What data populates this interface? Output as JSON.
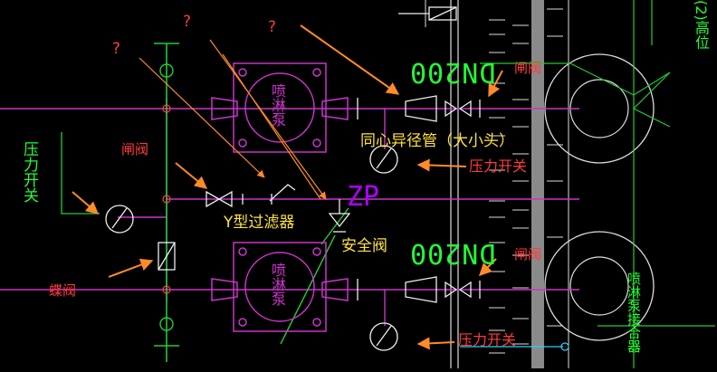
{
  "colors": {
    "pipe": "#cc33cc",
    "pipe_green": "#22cc33",
    "equipment": "#cc33cc",
    "outline": "#ffffff",
    "cad_green": "#22ff33",
    "annotation": "#ff8a2a",
    "label_red": "#ff3b3b",
    "label_yellow": "#ffe23a"
  },
  "labels": {
    "gate_valve_left": "闸阀",
    "gate_valve_right_top": "闸阀",
    "gate_valve_right_bottom": "闸阀",
    "butterfly_valve": "蝶阀",
    "reducer": "同心异径管（大小头）",
    "pressure_switch_mid": "压力开关",
    "pressure_switch_bottom": "压力开关",
    "y_strainer": "Y型过滤器",
    "safety_valve": "安全阀",
    "question_1": "?",
    "question_2": "?",
    "question_3": "?"
  },
  "cad_text": {
    "dn_top": "DN200",
    "dn_bottom": "DN200",
    "zp": "ZP",
    "pressure_switch_vertical": "压力开关",
    "pump_top": "喷淋泵",
    "pump_bottom": "喷淋泵",
    "right_top_fragment": "(2)高位",
    "right_bottom_fragment": "喷淋泵接合器"
  }
}
